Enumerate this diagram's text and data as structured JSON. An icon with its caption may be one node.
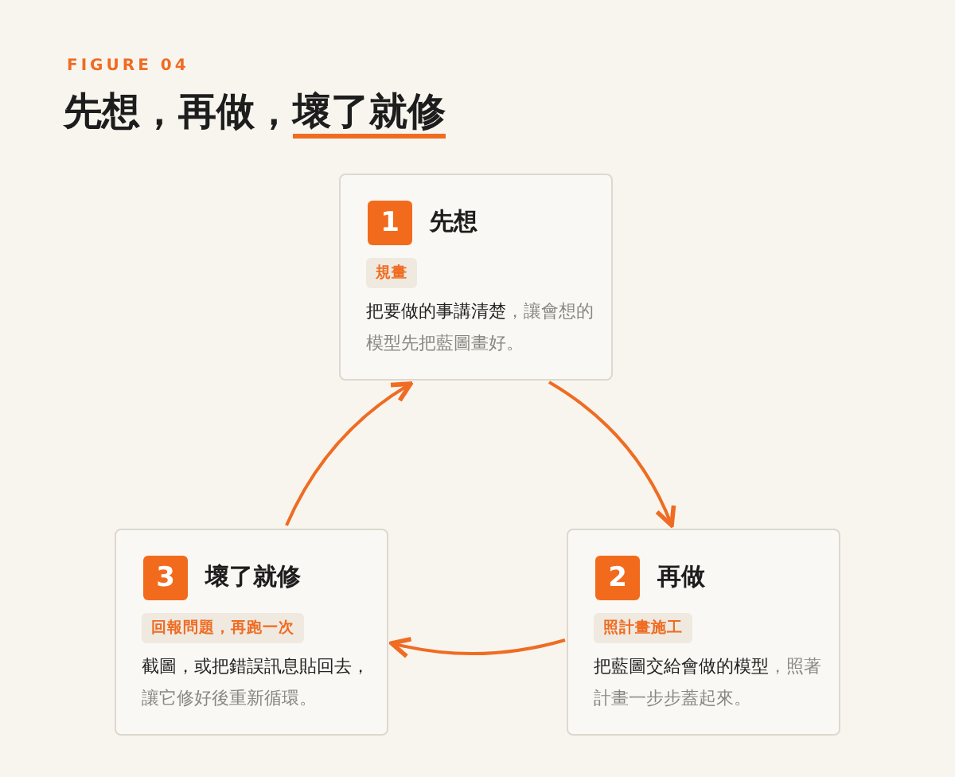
{
  "diagram": {
    "title": "先想，再做，**壞了就修**",
    "nodes": [
      {
        "text": [
          "1",
          "先想",
          "規畫",
          "**把要做的事講清楚**，讓會想的模型先把藍圖畫好。"
        ]
      },
      {
        "text": [
          "2",
          "再做",
          "照計畫施工",
          "**把藍圖交給會做的模型**，照著計畫一步步蓋起來。"
        ]
      },
      {
        "text": [
          "3",
          "壞了就修",
          "回報問題，再跑一次",
          "**截圖，或把錯誤訊息貼回去，**讓它修好後重新循環。"
        ]
      }
    ],
    "edges": [
      {
        "from": 0,
        "to": 1,
        "arrow": "to"
      },
      {
        "from": 1,
        "to": 2,
        "arrow": "to"
      },
      {
        "from": 2,
        "to": 0,
        "arrow": "to"
      }
    ],
    "labels": [
      "FIGURE 04"
    ]
  }
}
